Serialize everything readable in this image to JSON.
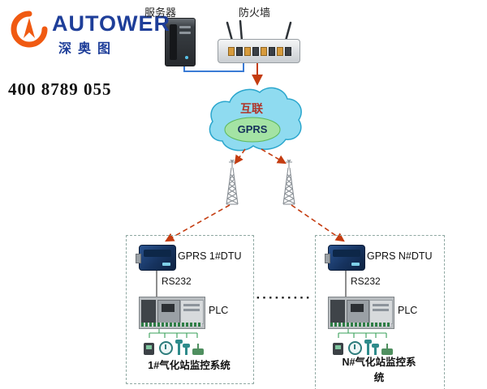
{
  "logo": {
    "brand": "AUTOWER",
    "subtitle": "深奥图",
    "phone": "400 8789 055"
  },
  "infrastructure": {
    "server_label": "服务器",
    "firewall_label": "防火墙"
  },
  "network": {
    "cloud_label": "互联",
    "gprs_label": "GPRS"
  },
  "separator": {
    "dots": "·········"
  },
  "stations": [
    {
      "dtu_label": "GPRS 1#DTU",
      "serial_label": "RS232",
      "plc_label": "PLC",
      "system_label": "1#气化站监控系统"
    },
    {
      "dtu_label": "GPRS N#DTU",
      "serial_label": "RS232",
      "plc_label": "PLC",
      "system_label": "N#气化站监控系统"
    }
  ],
  "colors": {
    "brand_blue": "#1e3e99",
    "accent_orange": "#f05a12",
    "cloud_fill": "#8fdbf0",
    "gprs_fill": "#a4e3a4",
    "link_red": "#c43c10"
  }
}
